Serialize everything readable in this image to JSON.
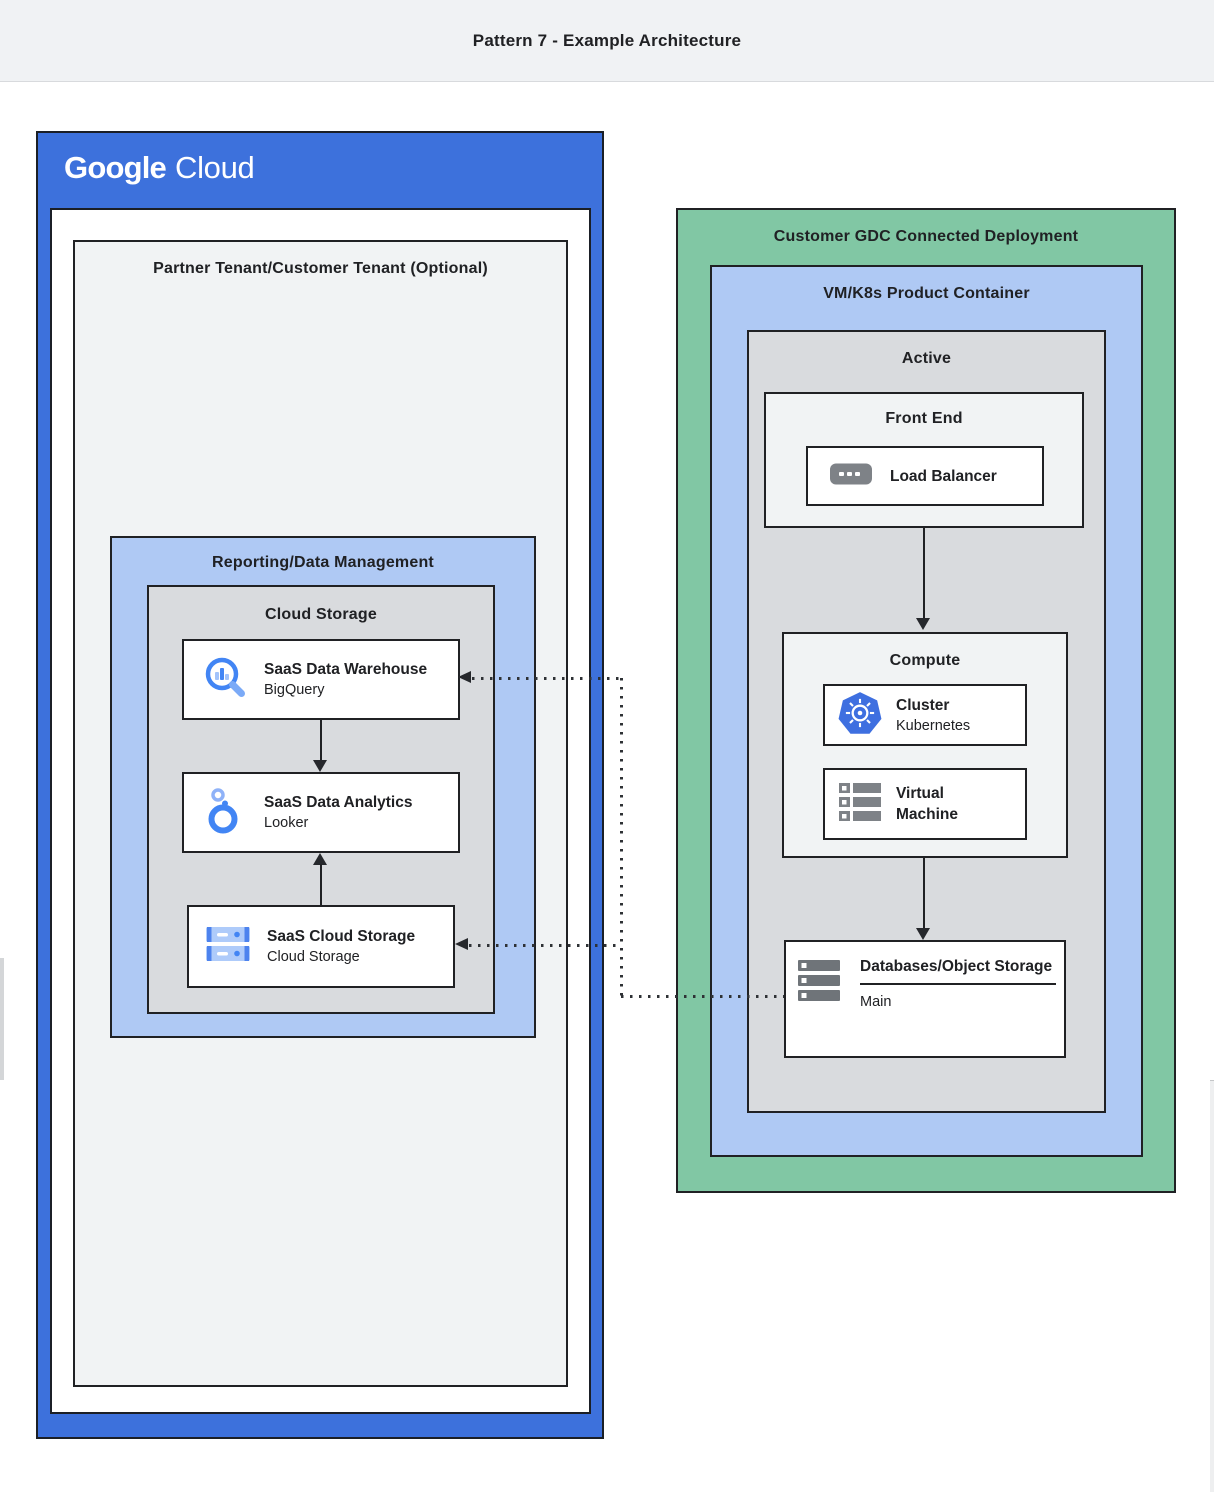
{
  "header": {
    "title": "Pattern 7 - Example Architecture"
  },
  "google_cloud": {
    "logo": {
      "part1": "Google",
      "part2": "Cloud"
    },
    "partner_tenant_title": "Partner Tenant/Customer Tenant (Optional)",
    "reporting_title": "Reporting/Data Management",
    "storage_group_title": "Cloud Storage",
    "cards": [
      {
        "title": "SaaS Data Warehouse",
        "subtitle": "BigQuery",
        "icon": "bigquery-icon"
      },
      {
        "title": "SaaS Data Analytics",
        "subtitle": "Looker",
        "icon": "looker-icon"
      },
      {
        "title": "SaaS Cloud Storage",
        "subtitle": "Cloud Storage",
        "icon": "cloud-storage-icon"
      }
    ]
  },
  "gdc": {
    "title": "Customer GDC Connected Deployment",
    "container_title": "VM/K8s Product Container",
    "active_title": "Active",
    "front_end": {
      "title": "Front End",
      "card": {
        "title": "Load Balancer",
        "icon": "load-balancer-icon"
      }
    },
    "compute": {
      "title": "Compute",
      "cards": [
        {
          "title": "Cluster",
          "subtitle": "Kubernetes",
          "icon": "kubernetes-icon"
        },
        {
          "title": "Virtual Machine",
          "icon": "virtual-machine-icon"
        }
      ]
    },
    "database": {
      "title": "Databases/Object Storage",
      "label": "Main",
      "icon": "databases-icon"
    }
  },
  "connections": [
    {
      "from": "saas-data-warehouse",
      "to": "saas-data-analytics",
      "style": "solid-arrow"
    },
    {
      "from": "saas-cloud-storage",
      "to": "saas-data-analytics",
      "style": "solid-arrow"
    },
    {
      "from": "front-end",
      "to": "compute",
      "style": "solid-arrow"
    },
    {
      "from": "compute",
      "to": "databases-object-storage",
      "style": "solid-arrow"
    },
    {
      "from": "databases-object-storage",
      "to": "saas-data-warehouse",
      "style": "dotted-arrow"
    },
    {
      "from": "databases-object-storage",
      "to": "saas-cloud-storage",
      "style": "dotted-arrow"
    }
  ],
  "colors": {
    "google_blue": "#3D71DC",
    "container_light_blue": "#AFC9F4",
    "gdc_green": "#81C7A4",
    "group_gray": "#D9DBDE",
    "panel_light_gray": "#F1F3F4",
    "header_gray": "#F0F2F4",
    "border_dark": "#202124",
    "icon_blue": "#4285F4",
    "icon_light_blue": "#AECBFA",
    "icon_gray": "#7E8287"
  }
}
